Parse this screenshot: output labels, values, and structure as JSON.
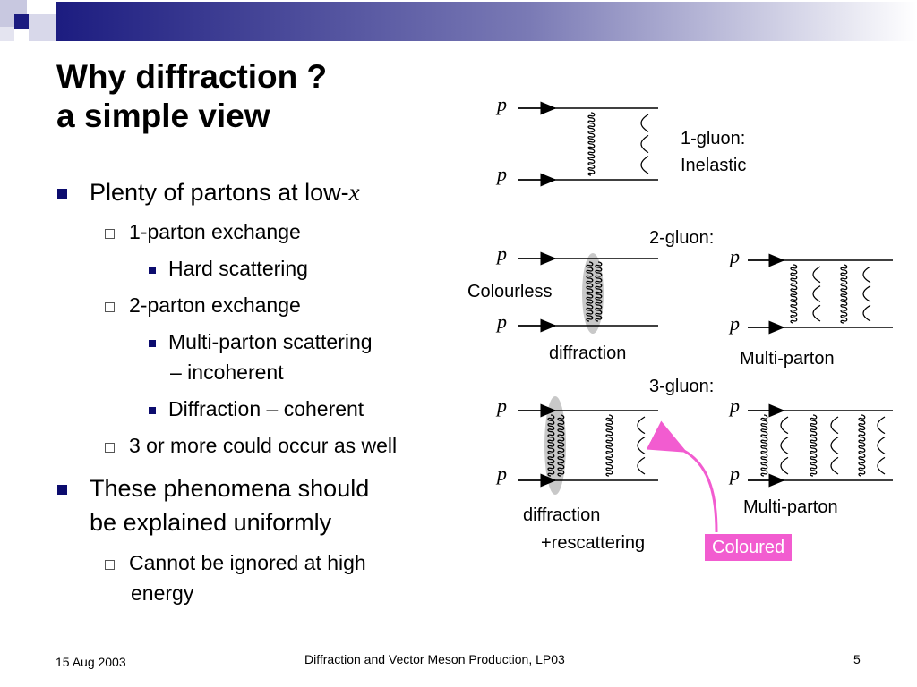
{
  "slide": {
    "title_line1": "Why diffraction ?",
    "title_line2": "a simple view"
  },
  "bullets": {
    "b1_text": "Plenty of partons at low-",
    "b1_var": "x",
    "b1_sub1": "1-parton exchange",
    "b1_sub1_item": "Hard scattering",
    "b1_sub2": "2-parton exchange",
    "b1_sub2_item1_line1": "Multi-parton scattering",
    "b1_sub2_item1_line2": "– incoherent",
    "b1_sub2_item2": "Diffraction – coherent",
    "b1_sub3": "3 or more could occur as well",
    "b2_line1": "These phenomena should",
    "b2_line2": "be explained uniformly",
    "b2_sub1_line1": "Cannot be ignored at high",
    "b2_sub1_line2": "energy"
  },
  "diagrams": {
    "p_symbol": "p",
    "one_gluon_line1": "1-gluon:",
    "one_gluon_line2": "Inelastic",
    "two_gluon": "2-gluon:",
    "colourless": "Colourless",
    "diffraction_2g": "diffraction",
    "multi_parton_2g": "Multi-parton",
    "three_gluon": "3-gluon:",
    "diffraction_3g_line1": "diffraction",
    "diffraction_3g_line2": "+rescattering",
    "multi_parton_3g": "Multi-parton",
    "coloured": "Coloured"
  },
  "footer": {
    "date": "15 Aug 2003",
    "center": "Diffraction and Vector Meson Production, LP03",
    "page": "5"
  },
  "colors": {
    "accent_navy": "#0c0c6e",
    "pomeron_grey": "#c8c8c8",
    "highlight_pink": "#f25cd0"
  }
}
